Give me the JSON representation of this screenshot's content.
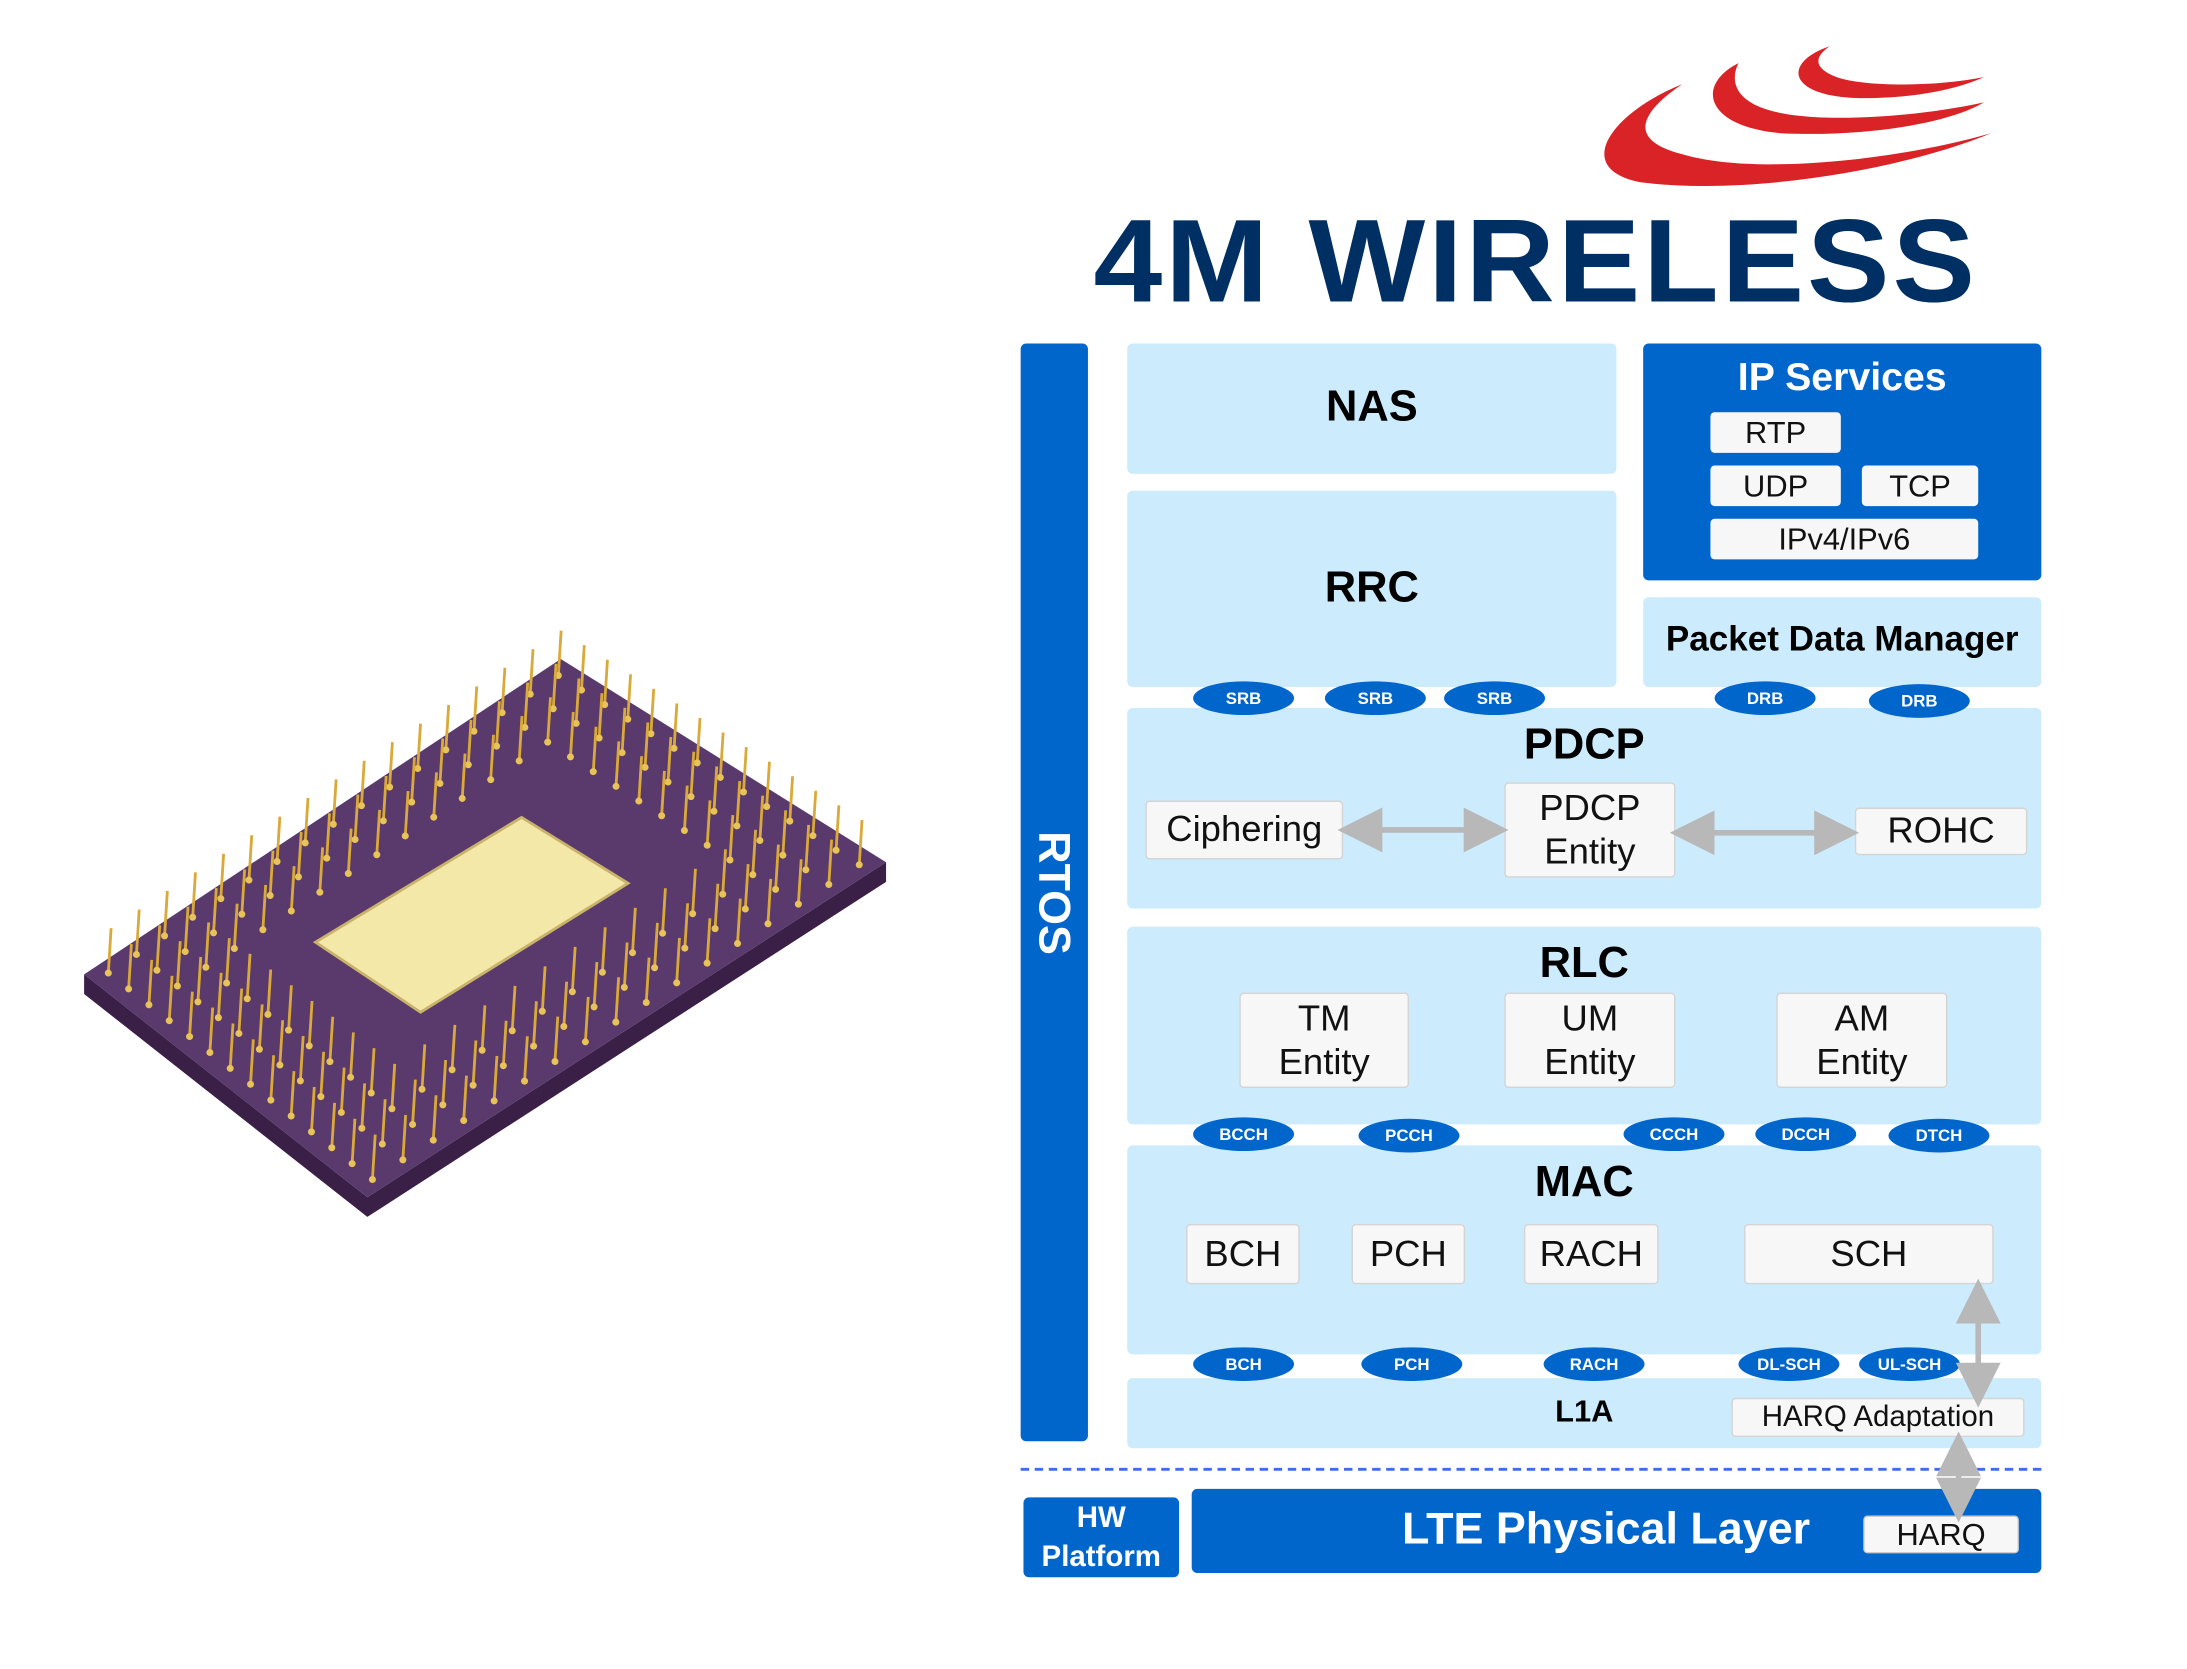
{
  "logo": {
    "text": "4M WIRELESS",
    "colors": {
      "swoosh": "#D92326",
      "text": "#003063"
    }
  },
  "chip_image": {
    "icon": "cpu-chip-icon"
  },
  "diagram": {
    "rtos": "RTOS",
    "nas": "NAS",
    "rrc": "RRC",
    "ip_services": {
      "title": "IP Services",
      "items": [
        "RTP",
        "UDP",
        "TCP",
        "IPv4/IPv6"
      ]
    },
    "packet_data_manager": "Packet Data Manager",
    "srb_drb": [
      "SRB",
      "SRB",
      "SRB",
      "DRB",
      "DRB"
    ],
    "pdcp": {
      "title": "PDCP",
      "ciphering": "Ciphering",
      "entity": "PDCP Entity",
      "rohc": "ROHC"
    },
    "rlc": {
      "title": "RLC",
      "entities": [
        "TM Entity",
        "UM Entity",
        "AM Entity"
      ]
    },
    "logical_channels": [
      "BCCH",
      "PCCH",
      "CCCH",
      "DCCH",
      "DTCH"
    ],
    "mac": {
      "title": "MAC",
      "blocks": [
        "BCH",
        "PCH",
        "RACH",
        "SCH"
      ]
    },
    "transport_channels": [
      "BCH",
      "PCH",
      "RACH",
      "DL-SCH",
      "UL-SCH"
    ],
    "l1a": {
      "title": "L1A",
      "harq_adaptation": "HARQ Adaptation"
    },
    "hw_platform": "HW Platform",
    "phy": {
      "title": "LTE Physical Layer",
      "harq": "HARQ"
    },
    "colors": {
      "dark_blue": "#0066CC",
      "light_blue": "#CCEBFC",
      "arrow": "#B8B8B8",
      "dashed": "#3D6CF0"
    }
  }
}
